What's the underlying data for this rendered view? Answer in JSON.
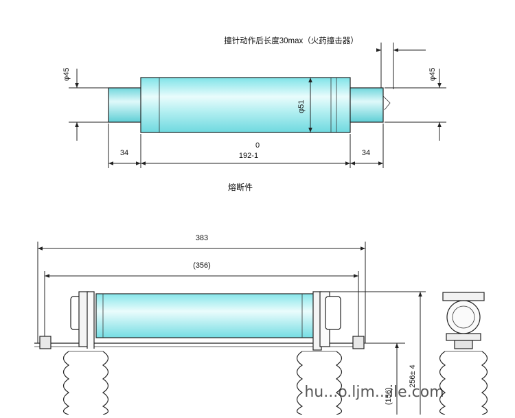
{
  "top_view": {
    "striker_note": "撞针动作后长度30max（火药撞击器）",
    "dia_left": "φ45",
    "dia_right": "φ45",
    "dia_mid": "φ51",
    "len_left": "34",
    "len_right": "34",
    "len_mid_upper": "0",
    "len_mid_lower": "192-1",
    "caption": "熔断件"
  },
  "bottom_view": {
    "overall_length": "383",
    "inner_length": "(356)",
    "height_total": "256± 4",
    "height_partial": "(156)"
  },
  "watermark": "hu...o.ljm...ile.com",
  "colors": {
    "tube": "#a8eef0",
    "tube_highlight": "#e6fbfb",
    "line": "#222222"
  }
}
